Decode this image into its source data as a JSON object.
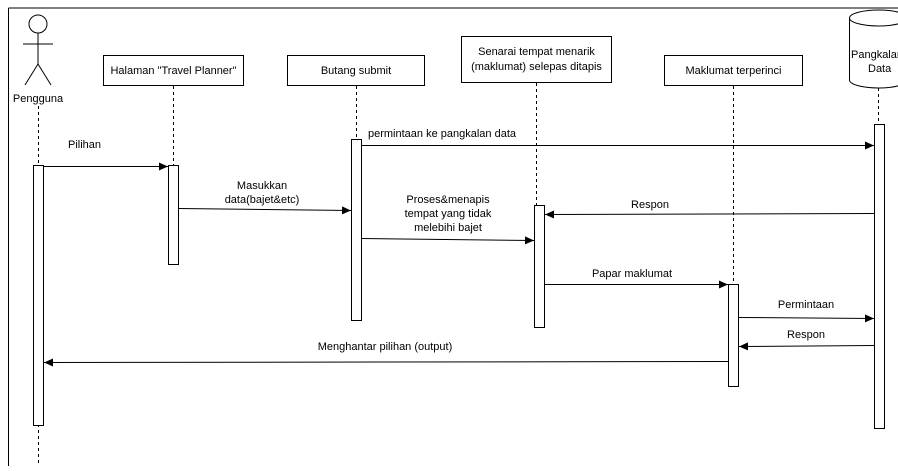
{
  "actor": {
    "label": "Pengguna"
  },
  "participants": {
    "halaman": "Halaman \"Travel Planner\"",
    "butang": "Butang submit",
    "senarai_line1": "Senarai tempat menarik",
    "senarai_line2": "(maklumat) selepas ditapis",
    "maklumat": "Maklumat terperinci",
    "db_line1": "Pangkalan",
    "db_line2": "Data"
  },
  "messages": {
    "m1": "Pilihan",
    "m2_line1": "Masukkan",
    "m2_line2": "data(bajet&etc)",
    "m3": "permintaan ke pangkalan data",
    "m4": "Respon",
    "m5_line1": "Proses&menapis",
    "m5_line2": "tempat yang tidak",
    "m5_line3": "melebihi bajet",
    "m6": "Papar maklumat",
    "m7": "Permintaan",
    "m8": "Respon",
    "m9": "Menghantar pilihan (output)"
  },
  "colors": {
    "line": "#000000",
    "frame": "#000000",
    "background": "#ffffff"
  }
}
